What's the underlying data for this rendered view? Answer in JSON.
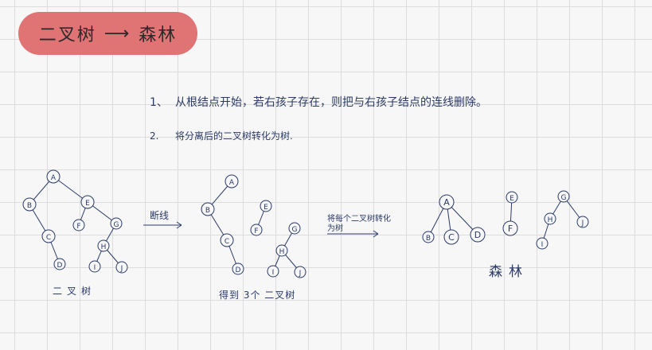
{
  "title": {
    "left": "二叉树",
    "arrow": "⟶",
    "right": "森林"
  },
  "steps": [
    {
      "num": "1、",
      "text": "从根结点开始，若右孩子存在，则把与右孩子结点的连线删除。"
    },
    {
      "num": "2.",
      "text": "将分离后的二叉树转化为树."
    }
  ],
  "arrows": {
    "first": "断线",
    "second_line1": "将每个二叉树转化",
    "second_line2": "为树"
  },
  "captions": {
    "binary_tree": "二叉树",
    "three_trees": "得到 3个 二叉树",
    "forest": "森林"
  },
  "node_labels": [
    "A",
    "B",
    "C",
    "D",
    "E",
    "F",
    "G",
    "H",
    "I",
    "J"
  ],
  "colors": {
    "pill": "#e07373",
    "ink": "#2b3a67"
  }
}
